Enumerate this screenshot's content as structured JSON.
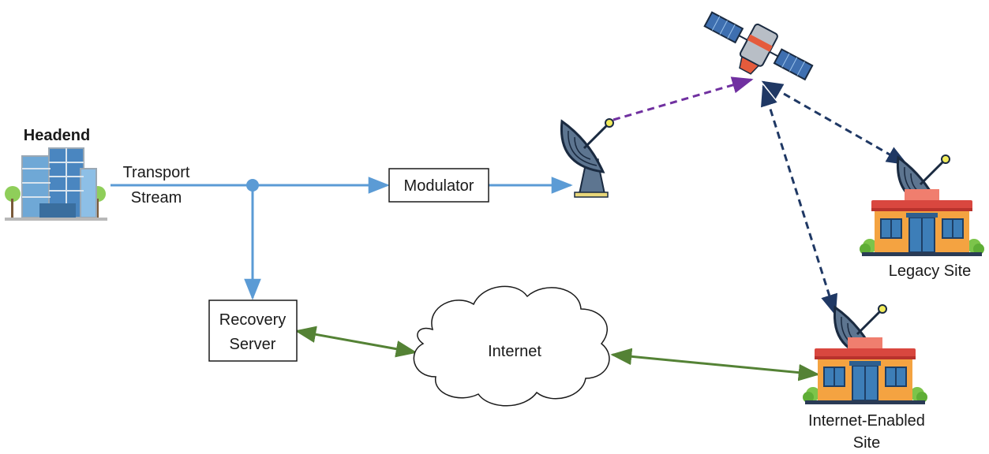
{
  "labels": {
    "headend": "Headend",
    "transport_line1": "Transport",
    "transport_line2": "Stream",
    "modulator": "Modulator",
    "recovery_line1": "Recovery",
    "recovery_line2": "Server",
    "internet": "Internet",
    "legacy_site": "Legacy Site",
    "internet_site_line1": "Internet-Enabled",
    "internet_site_line2": "Site"
  },
  "colors": {
    "blue_link": "#5b9bd5",
    "green_link": "#548235",
    "purple_link": "#7030a0",
    "navy_link": "#1f3864"
  },
  "icons": {
    "headend": "office-building-icon",
    "uplink_dish": "satellite-dish-icon",
    "satellite": "satellite-icon",
    "site": "storefront-icon"
  }
}
